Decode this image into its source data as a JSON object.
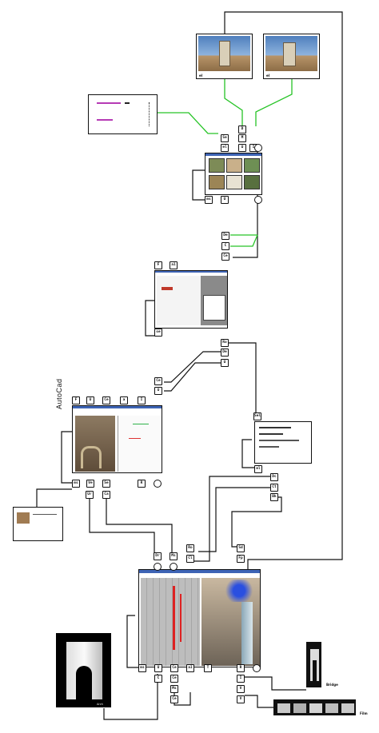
{
  "labels": {
    "autocad": "AutoCad",
    "photo_1": "el",
    "photo_2": "el",
    "arch_model": "Arch",
    "small_render": "Bridge",
    "film_strip": "Film"
  },
  "ports": {
    "p_d": "D",
    "p_m": "M",
    "p_i": "I",
    "p_se": "Se",
    "p_el": "el",
    "p_u1": "U",
    "p_ms": "ms",
    "p_de": "De",
    "p_c1": "C",
    "p_ce": "Ce",
    "p_f": "F",
    "p_a": "a1",
    "p_se2": "se",
    "p_ro": "Ro",
    "p_de2": "De",
    "p_u2": "U",
    "p_ce2": "Ce",
    "p_u3": "U",
    "p_f2": "F",
    "p_u4": "U",
    "p_ce3": "Ce",
    "p_a2": "a",
    "p_i2": "I",
    "p_ms2": "ms",
    "p_ve": "Ve",
    "p_se3": "Se",
    "p_r": "R",
    "p_ur": "Ur",
    "p_ca": "Ca",
    "p_sel": "Sel",
    "p_el2": "el",
    "p_dc": "Dc",
    "p_ct": "Ct",
    "p_bk": "Bk",
    "p_dr": "Dr",
    "p_ms3": "Ms",
    "p_ro2": "Ro",
    "p_cl": "Cl",
    "p_sd": "Sd",
    "p_fp": "Fp",
    "p_ms4": "ms",
    "p_u5": "U",
    "p_ce4": "Ce",
    "p_a3": "a1",
    "p_t": "T",
    "p_r2": "R",
    "p_i3": "I",
    "p_v": "V",
    "p_v2": "V",
    "p_v3": "I",
    "p_c2": "C",
    "p_ce5": "Ce",
    "p_ms5": "Ms",
    "p_ce6": "Ce"
  },
  "colors": {
    "wire": "#111111",
    "wire_active": "#27c427",
    "window_border": "#111111",
    "toolbar": "#3e64b5"
  }
}
